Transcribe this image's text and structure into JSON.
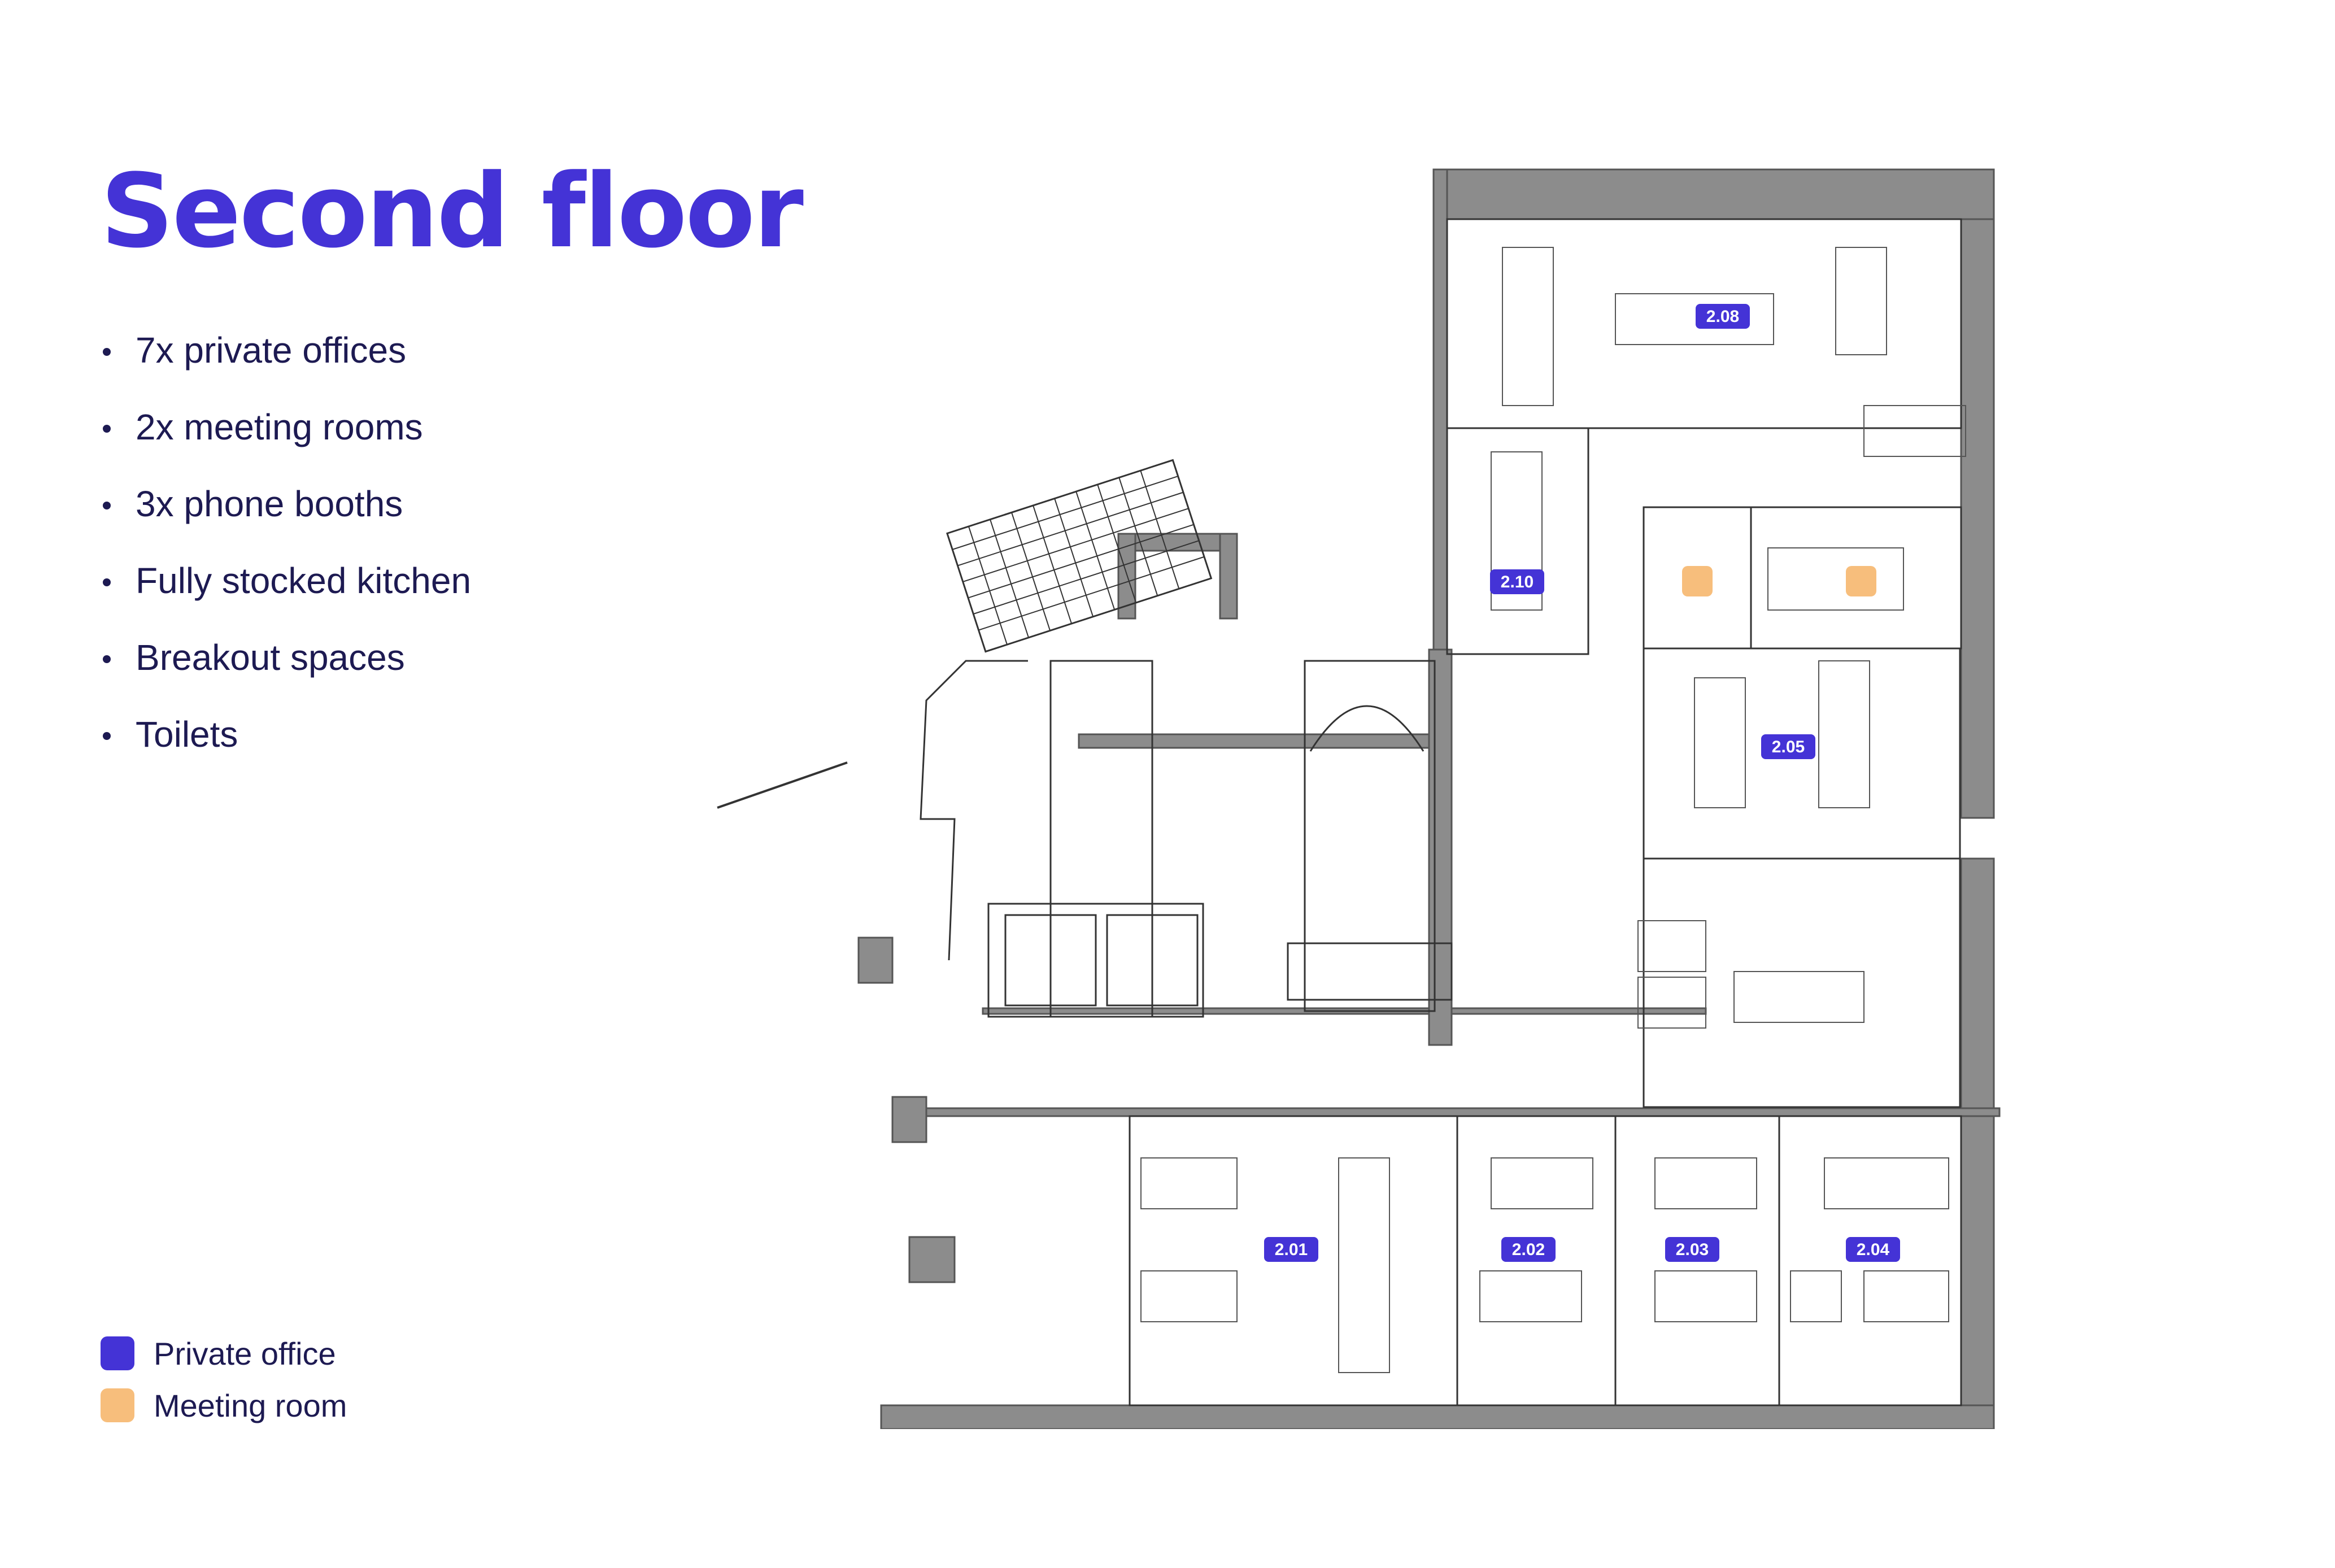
{
  "title": "Second floor",
  "features": [
    "7x private offices",
    "2x meeting rooms",
    "3x phone booths",
    "Fully stocked kitchen",
    "Breakout spaces",
    "Toilets"
  ],
  "legend": {
    "private_office": "Private office",
    "meeting_room": "Meeting room"
  },
  "colors": {
    "brand": "#4433d6",
    "private_office": "#4433d6",
    "meeting_room": "#f7be7c",
    "wall": "#8c8c8c",
    "line": "#333333"
  },
  "rooms": {
    "r208": "2.08",
    "r210": "2.10",
    "r205": "2.05",
    "r201": "2.01",
    "r202": "2.02",
    "r203": "2.03",
    "r204": "2.04"
  }
}
